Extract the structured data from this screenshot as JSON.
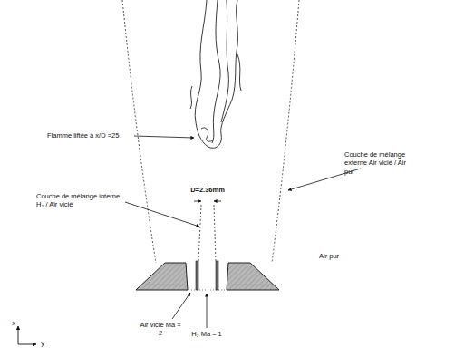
{
  "diagram": {
    "labels": [
      "Flamme liftée à x/D =25",
      "Couche de mélange externe Air vicié / Air pur",
      "D=2.36mm",
      "Couche de mélange interne H₂ / Air vicié",
      "Air pur",
      "Air vicié Ma = 2",
      "H₂ Ma = 1",
      "x",
      "y"
    ]
  }
}
